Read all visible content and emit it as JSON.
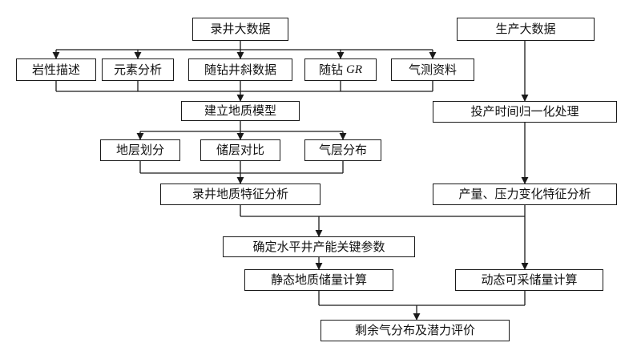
{
  "nodes": {
    "mudlog_big_data": "录井大数据",
    "production_big_data": "生产大数据",
    "lithology_description": "岩性描述",
    "element_analysis": "元素分析",
    "lwd_deviation_data": "随钻井斜数据",
    "lwd_gr_prefix": "随钻",
    "lwd_gr_suffix": "GR",
    "gas_logging_data": "气测资料",
    "build_geologic_model": "建立地质模型",
    "strata_division": "地层划分",
    "reservoir_correlation": "储层对比",
    "gas_layer_distribution": "气层分布",
    "mudlog_geologic_feature_analysis": "录井地质特征分析",
    "production_time_normalization": "投产时间归一化处理",
    "rate_pressure_change_analysis": "产量、压力变化特征分析",
    "horizontal_well_key_params": "确定水平井产能关键参数",
    "static_reserves_calc": "静态地质储量计算",
    "dynamic_reserves_calc": "动态可采储量计算",
    "remaining_gas_potential_eval": "剩余气分布及潜力评价"
  }
}
